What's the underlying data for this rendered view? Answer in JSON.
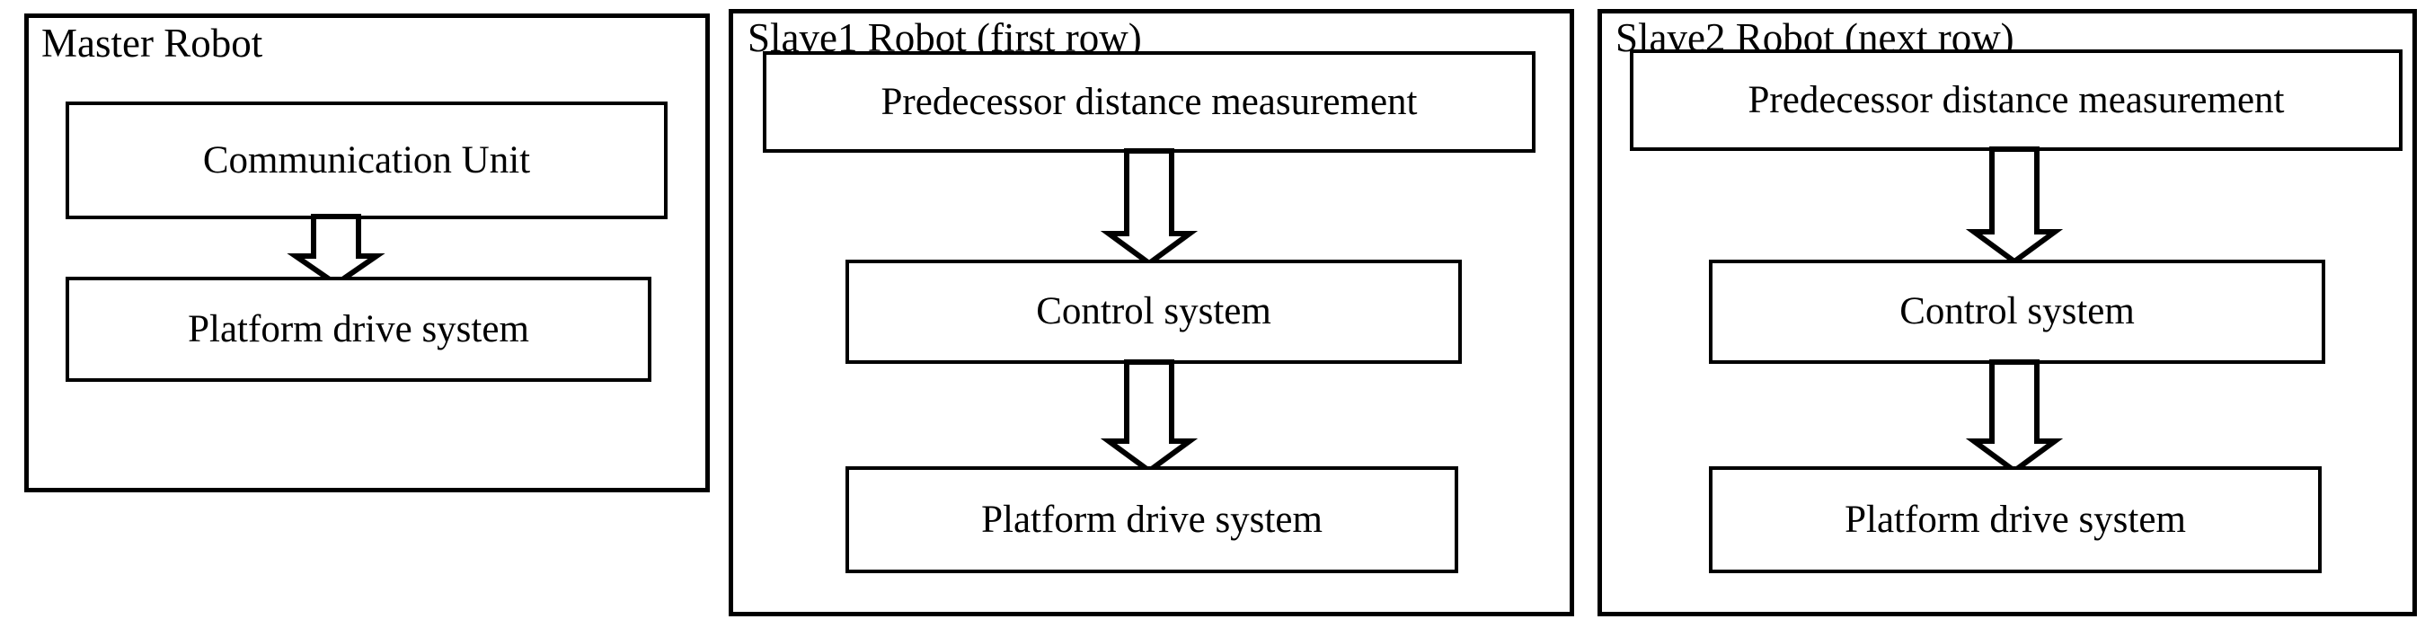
{
  "diagram": {
    "title": "Master-Slave robot platoon architecture block diagram",
    "background_color": "#ffffff",
    "line_color": "#000000"
  },
  "panels": [
    {
      "id": "master-robot",
      "title": "Master Robot",
      "nodes": [
        {
          "id": "communication-unit",
          "label": "Communication Unit"
        },
        {
          "id": "platform-drive-system",
          "label": "Platform drive system"
        }
      ],
      "arrows": [
        {
          "id": "comm-to-drive",
          "from": "Communication Unit",
          "to": "Platform drive system",
          "direction": "down",
          "style": "hollow-block-arrow"
        }
      ]
    },
    {
      "id": "slave1-robot",
      "title": "Slave1 Robot (first row)",
      "nodes": [
        {
          "id": "predecessor-distance-measurement",
          "label": "Predecessor distance measurement"
        },
        {
          "id": "control-system",
          "label": "Control system"
        },
        {
          "id": "platform-drive-system",
          "label": "Platform drive system"
        }
      ],
      "arrows": [
        {
          "id": "measure-to-control",
          "from": "Predecessor distance measurement",
          "to": "Control system",
          "direction": "down",
          "style": "hollow-block-arrow"
        },
        {
          "id": "control-to-drive",
          "from": "Control system",
          "to": "Platform drive system",
          "direction": "down",
          "style": "hollow-block-arrow"
        }
      ]
    },
    {
      "id": "slave2-robot",
      "title": "Slave2 Robot (next row)",
      "nodes": [
        {
          "id": "predecessor-distance-measurement",
          "label": "Predecessor distance measurement"
        },
        {
          "id": "control-system",
          "label": "Control system"
        },
        {
          "id": "platform-drive-system",
          "label": "Platform drive system"
        }
      ],
      "arrows": [
        {
          "id": "measure-to-control",
          "from": "Predecessor distance measurement",
          "to": "Control system",
          "direction": "down",
          "style": "hollow-block-arrow"
        },
        {
          "id": "control-to-drive",
          "from": "Control system",
          "to": "Platform drive system",
          "direction": "down",
          "style": "hollow-block-arrow"
        }
      ]
    }
  ]
}
